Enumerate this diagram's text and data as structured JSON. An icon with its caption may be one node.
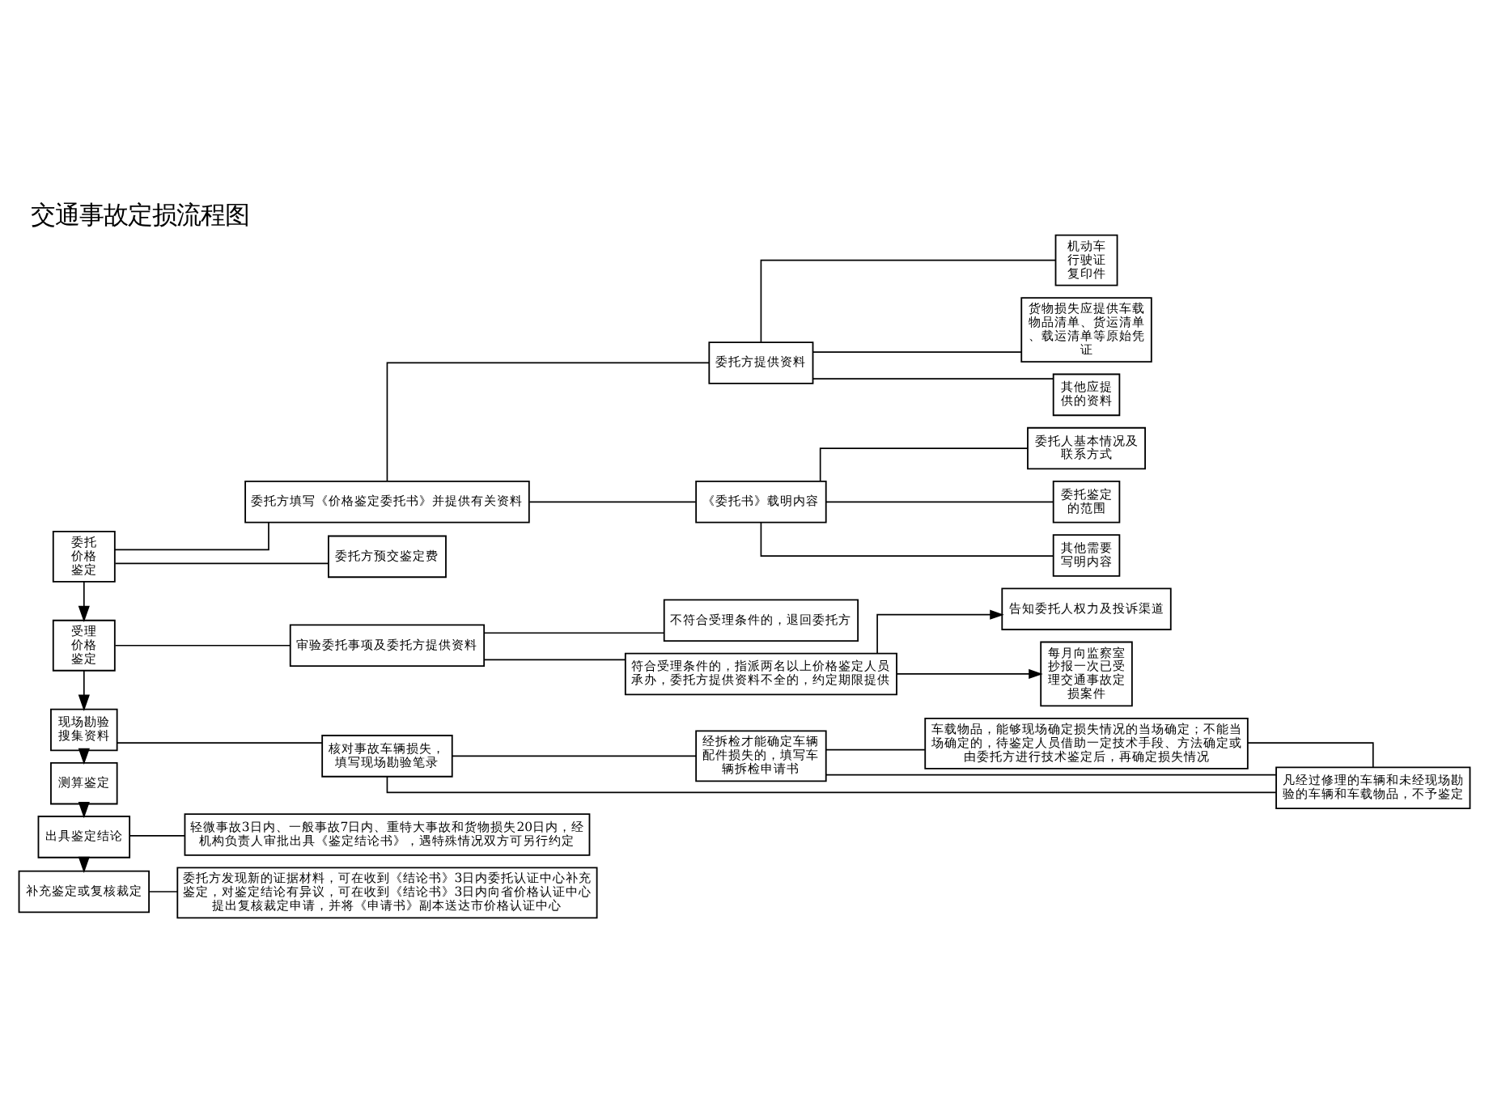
{
  "diagram": {
    "title": "交通事故定损流程图",
    "nodes": [
      {
        "text": [
          "委托价格鉴定"
        ]
      },
      {
        "text": [
          "委托方填写《价格鉴定委托书》并提供有关资料"
        ]
      },
      {
        "text": [
          "委托方预交鉴定费"
        ]
      },
      {
        "text": [
          "委托方提供资料"
        ]
      },
      {
        "text": [
          "《委托书》载明内容"
        ]
      },
      {
        "text": [
          "机动车行驶证复印件"
        ]
      },
      {
        "text": [
          "货物损失应提供车载物品清单、货运清单、载运清单等原始凭证"
        ]
      },
      {
        "text": [
          "其他应提供的资料"
        ]
      },
      {
        "text": [
          "委托人基本情况及联系方式"
        ]
      },
      {
        "text": [
          "委托鉴定的范围"
        ]
      },
      {
        "text": [
          "其他需要写明内容"
        ]
      },
      {
        "text": [
          "受理价格鉴定"
        ]
      },
      {
        "text": [
          "审验委托事项及委托方提供资料"
        ]
      },
      {
        "text": [
          "不符合受理条件的，退回委托方"
        ]
      },
      {
        "text": [
          "符合受理条件的，指派两名以上价格鉴定人员承办，委托方提供资料不全的，约定期限提供"
        ]
      },
      {
        "text": [
          "告知委托人权力及投诉渠道"
        ]
      },
      {
        "text": [
          "每月向监察室抄报一次已受理交通事故定损案件"
        ]
      },
      {
        "text": [
          "现场勘验搜集资料"
        ]
      },
      {
        "text": [
          "核对事故车辆损失，填写现场勘验笔录"
        ]
      },
      {
        "text": [
          "经拆检才能确定车辆配件损失的，填写车辆拆检申请书"
        ]
      },
      {
        "text": [
          "车载物品，能够现场确定损失情况的当场确定；不能当场确定的，待鉴定人员借助一定技术手段、方法确定或由委托方进行技术鉴定后，再确定损失情况"
        ]
      },
      {
        "text": [
          "凡经过修理的车辆和未经现场勘验的车辆和车载物品，不予鉴定"
        ]
      },
      {
        "text": [
          "测算鉴定"
        ]
      },
      {
        "text": [
          "出具鉴定结论"
        ]
      },
      {
        "text": [
          "轻微事故3日内、一般事故7日内、重特大事故和货物损失20日内，经机构负责人审批出具《鉴定结论书》，遇特殊情况双方可另行约定"
        ]
      },
      {
        "text": [
          "补充鉴定或复核裁定"
        ]
      },
      {
        "text": [
          "委托方发现新的证据材料，可在收到《结论书》3日内委托认证中心补充鉴定，对鉴定结论有异议，可在收到《结论书》3日内向省价格认证中心提出复核裁定申请，并将《申请书》副本送达市价格认证中心"
        ]
      }
    ],
    "edges": [
      {
        "from": 0,
        "to": 1,
        "arrow": "none"
      },
      {
        "from": 0,
        "to": 2,
        "arrow": "none"
      },
      {
        "from": 1,
        "to": 3,
        "arrow": "none"
      },
      {
        "from": 1,
        "to": 4,
        "arrow": "none"
      },
      {
        "from": 3,
        "to": 5,
        "arrow": "none"
      },
      {
        "from": 3,
        "to": 6,
        "arrow": "none"
      },
      {
        "from": 3,
        "to": 7,
        "arrow": "none"
      },
      {
        "from": 4,
        "to": 8,
        "arrow": "none"
      },
      {
        "from": 4,
        "to": 9,
        "arrow": "none"
      },
      {
        "from": 4,
        "to": 10,
        "arrow": "none"
      },
      {
        "from": 0,
        "to": 11,
        "arrow": "to"
      },
      {
        "from": 11,
        "to": 12,
        "arrow": "none"
      },
      {
        "from": 12,
        "to": 13,
        "arrow": "none"
      },
      {
        "from": 12,
        "to": 14,
        "arrow": "none"
      },
      {
        "from": 14,
        "to": 15,
        "arrow": "to"
      },
      {
        "from": 14,
        "to": 16,
        "arrow": "to"
      },
      {
        "from": 11,
        "to": 17,
        "arrow": "to"
      },
      {
        "from": 17,
        "to": 18,
        "arrow": "none"
      },
      {
        "from": 18,
        "to": 19,
        "arrow": "none"
      },
      {
        "from": 19,
        "to": 20,
        "arrow": "none"
      },
      {
        "from": 18,
        "to": 21,
        "arrow": "none"
      },
      {
        "from": 19,
        "to": 21,
        "arrow": "none"
      },
      {
        "from": 20,
        "to": 21,
        "arrow": "none"
      },
      {
        "from": 17,
        "to": 22,
        "arrow": "to"
      },
      {
        "from": 22,
        "to": 23,
        "arrow": "to"
      },
      {
        "from": 23,
        "to": 24,
        "arrow": "none"
      },
      {
        "from": 23,
        "to": 25,
        "arrow": "to"
      },
      {
        "from": 25,
        "to": 26,
        "arrow": "none"
      }
    ]
  }
}
